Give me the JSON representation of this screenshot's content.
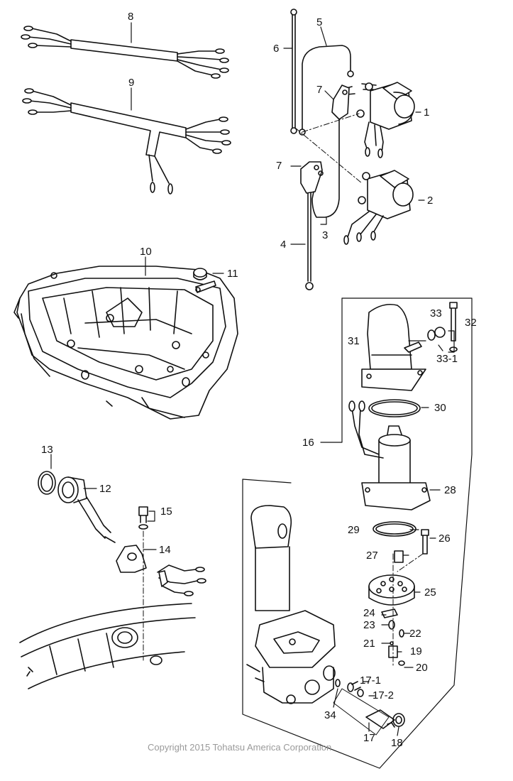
{
  "labels": {
    "p1": "1",
    "p2": "2",
    "p3": "3",
    "p4": "4",
    "p5": "5",
    "p6": "6",
    "p7a": "7",
    "p7b": "7",
    "p8": "8",
    "p9": "9",
    "p10": "10",
    "p11": "11",
    "p12": "12",
    "p13": "13",
    "p14": "14",
    "p15": "15",
    "p16": "16",
    "p17": "17",
    "p17_1": "17-1",
    "p17_2": "17-2",
    "p18": "18",
    "p19": "19",
    "p20": "20",
    "p21": "21",
    "p22": "22",
    "p23": "23",
    "p24": "24",
    "p25": "25",
    "p26": "26",
    "p27": "27",
    "p28": "28",
    "p29": "29",
    "p30": "30",
    "p31": "31",
    "p32": "32",
    "p33": "33",
    "p33_1": "33-1",
    "p34": "34"
  },
  "copyright": "Copyright 2015 Tohatsu America Corporation"
}
